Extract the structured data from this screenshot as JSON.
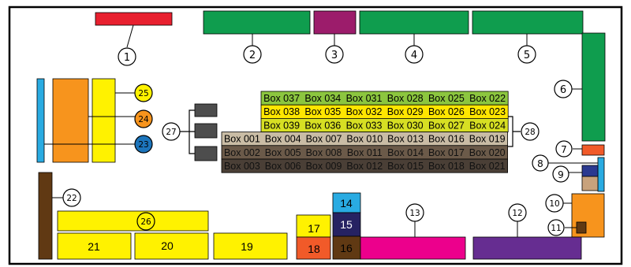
{
  "header_fragment": "",
  "markers": {
    "m1": "1",
    "m2": "2",
    "m3": "3",
    "m4": "4",
    "m5": "5",
    "m6": "6",
    "m7": "7",
    "m8": "8",
    "m9": "9",
    "m10": "10",
    "m11": "11",
    "m12": "12",
    "m13": "13",
    "m22": "22",
    "m23": "23",
    "m24": "24",
    "m25": "25",
    "m26": "26",
    "m27": "27",
    "m28": "28"
  },
  "labels": {
    "b14": "14",
    "b15": "15",
    "b16": "16",
    "b17": "17",
    "b18": "18",
    "b19": "19",
    "b20": "20",
    "b21": "21"
  },
  "box_rows": [
    [
      "Box 037",
      "Box 034",
      "Box 031",
      "Box 028",
      "Box 025",
      "Box 022"
    ],
    [
      "Box 038",
      "Box 035",
      "Box 032",
      "Box 029",
      "Box 026",
      "Box 023"
    ],
    [
      "Box 039",
      "Box 036",
      "Box 033",
      "Box 030",
      "Box 027",
      "Box 024"
    ],
    [
      "Box 001",
      "Box 004",
      "Box 007",
      "Box 010",
      "Box 013",
      "Box 016",
      "Box 019"
    ],
    [
      "Box 002",
      "Box 005",
      "Box 008",
      "Box 011",
      "Box 014",
      "Box 017",
      "Box 020"
    ],
    [
      "Box 003",
      "Box 006",
      "Box 009",
      "Box 012",
      "Box 015",
      "Box 018",
      "Box 021"
    ]
  ],
  "colors": {
    "red": "#e8202f",
    "green": "#0f9d4e",
    "magenta": "#9c1c6b",
    "orange": "#f7941d",
    "yellow": "#fff200",
    "blue": "#29abe2",
    "navy": "#2b3990",
    "tan": "#c8a27c",
    "purple": "#662d91",
    "pink": "#ec008c",
    "brown": "#603913",
    "darkgray": "#4d4d4d",
    "row1": "#8cc63f",
    "row2": "#ffe600",
    "row3": "#d7df23",
    "row4": "#c9bca5",
    "row5": "#6b5a49",
    "row6": "#4a3f36",
    "navy15": "#262262"
  }
}
